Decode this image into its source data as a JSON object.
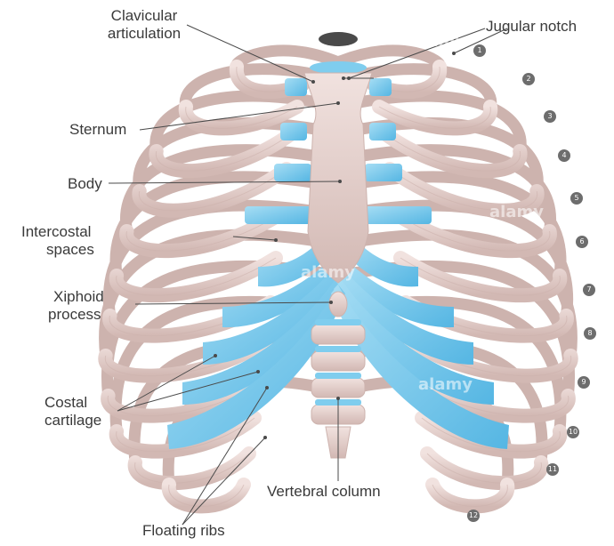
{
  "labels": {
    "clavicular": [
      "Clavicular",
      "articulation"
    ],
    "jugular": "Jugular notch",
    "sternum": "Sternum",
    "body": "Body",
    "intercostal": [
      "Intercostal",
      "spaces"
    ],
    "xiphoid": [
      "Xiphoid",
      "process"
    ],
    "costal": [
      "Costal",
      "cartilage"
    ],
    "vertebral": "Vertebral column",
    "floating": "Floating ribs"
  },
  "rib_numbers": [
    "1",
    "2",
    "3",
    "4",
    "5",
    "6",
    "7",
    "8",
    "9",
    "10",
    "11",
    "12"
  ],
  "watermark": "alamy",
  "colors": {
    "bone": "#e9d6d3",
    "bone_shade": "#cdb3ae",
    "cartilage": "#7fcdee",
    "cartilage_shade": "#4fb2e0",
    "badge": "#6d6d6d",
    "leader": "#4a4a4a",
    "text": "#3a3a3a"
  }
}
